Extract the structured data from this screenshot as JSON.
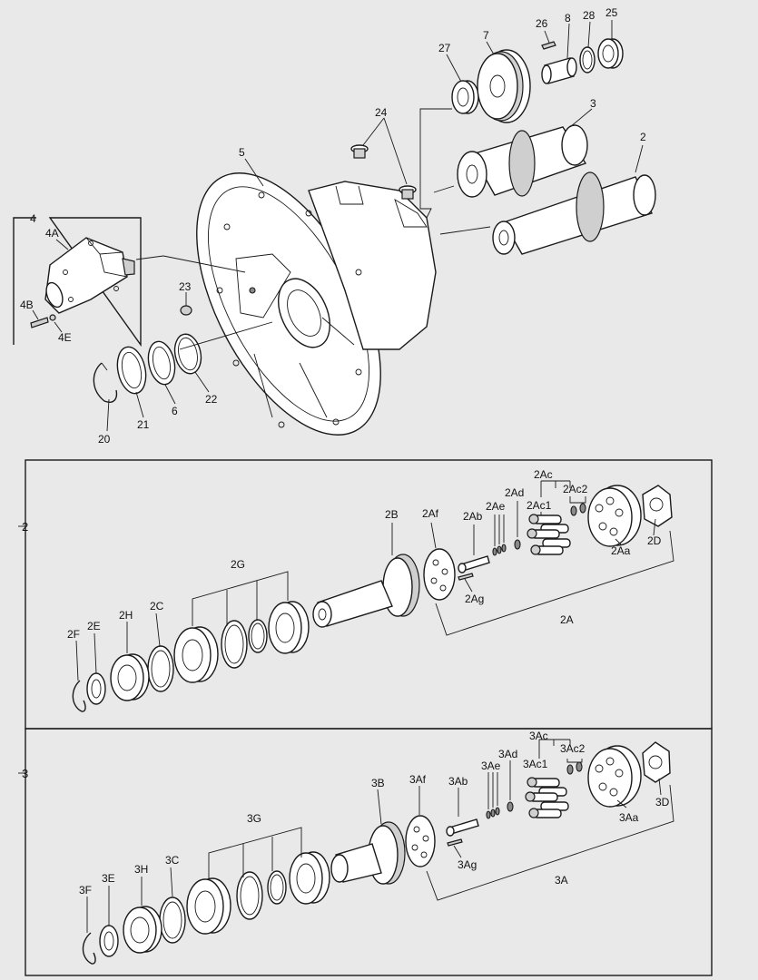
{
  "figure": {
    "sections": [
      {
        "key": "main",
        "label": ""
      },
      {
        "key": "s2",
        "label": "2"
      },
      {
        "key": "s3",
        "label": "3"
      }
    ],
    "labels": {
      "l26": "26",
      "l8": "8",
      "l28": "28",
      "l25": "25",
      "l27": "27",
      "l7": "7",
      "l3": "3",
      "l24": "24",
      "l5": "5",
      "l2": "2",
      "l4": "4",
      "l4A": "4A",
      "l4B": "4B",
      "l4E": "4E",
      "l23": "23",
      "l22": "22",
      "l6": "6",
      "l21": "21",
      "l20": "20",
      "l2Ac": "2Ac",
      "l2Ad": "2Ad",
      "l2Ac2": "2Ac2",
      "l2Ae": "2Ae",
      "l2Ac1": "2Ac1",
      "l2B": "2B",
      "l2Af": "2Af",
      "l2Ab": "2Ab",
      "l2Aa": "2Aa",
      "l2D": "2D",
      "l2G": "2G",
      "l2Ag": "2Ag",
      "l2C": "2C",
      "l2H": "2H",
      "l2A": "2A",
      "l2F": "2F",
      "l2E": "2E",
      "l3Ac": "3Ac",
      "l3Ad": "3Ad",
      "l3Ac2": "3Ac2",
      "l3Ae": "3Ae",
      "l3Ac1": "3Ac1",
      "l3Af": "3Af",
      "l3Ab": "3Ab",
      "l3B": "3B",
      "l3Aa": "3Aa",
      "l3D": "3D",
      "l3G": "3G",
      "l3Ag": "3Ag",
      "l3C": "3C",
      "l3H": "3H",
      "l3E": "3E",
      "l3F": "3F",
      "l3A": "3A"
    }
  }
}
